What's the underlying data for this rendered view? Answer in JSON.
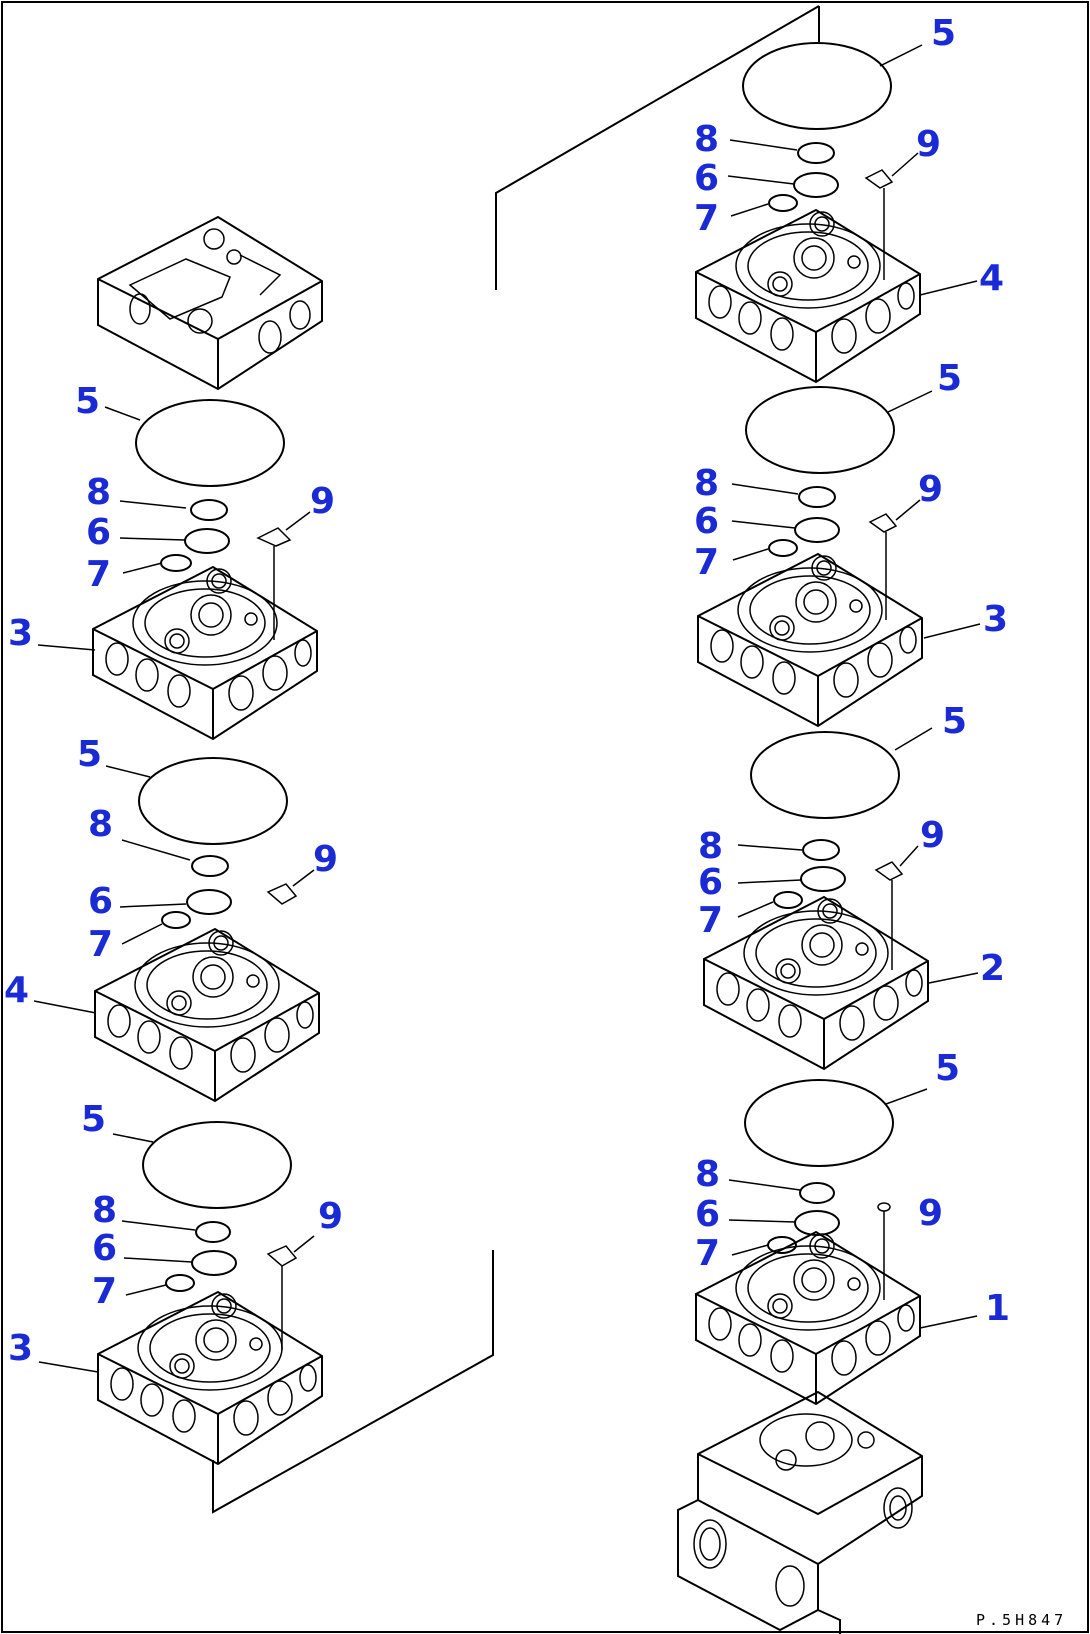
{
  "callouts": {
    "left": [
      "5",
      "8",
      "6",
      "7",
      "9",
      "3",
      "5",
      "8",
      "9",
      "6",
      "7",
      "4",
      "5",
      "8",
      "9",
      "6",
      "7",
      "3"
    ],
    "right": [
      "5",
      "8",
      "9",
      "6",
      "7",
      "4",
      "5",
      "8",
      "9",
      "6",
      "7",
      "3",
      "5",
      "8",
      "9",
      "6",
      "7",
      "2",
      "5",
      "8",
      "9",
      "6",
      "7",
      "1"
    ]
  },
  "drawing_code": "P.5H847",
  "colors": {
    "callout": "#1a2bd6",
    "line": "#000000",
    "background": "#ffffff"
  }
}
